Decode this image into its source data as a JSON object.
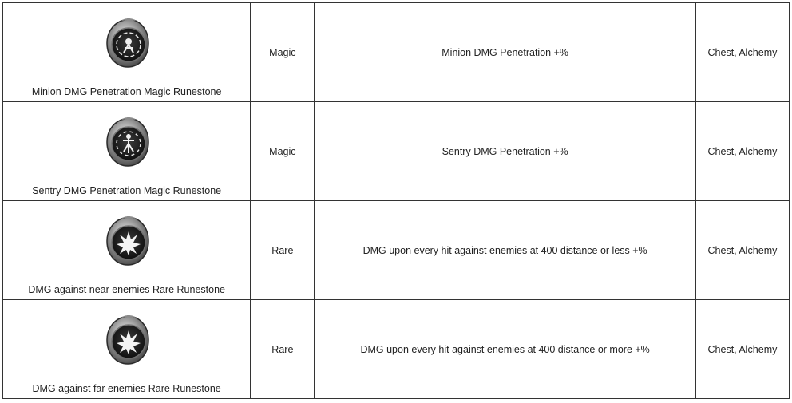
{
  "rows": [
    {
      "name": "Minion DMG Penetration Magic Runestone",
      "rarity": "Magic",
      "effect": "Minion DMG Penetration +%",
      "source": "Chest, Alchemy",
      "icon": "minion-rune-icon"
    },
    {
      "name": "Sentry DMG Penetration Magic Runestone",
      "rarity": "Magic",
      "effect": "Sentry DMG Penetration +%",
      "source": "Chest, Alchemy",
      "icon": "sentry-rune-icon"
    },
    {
      "name": "DMG against near enemies Rare Runestone",
      "rarity": "Rare",
      "effect": "DMG upon every hit against enemies at 400 distance or less +%",
      "source": "Chest, Alchemy",
      "icon": "flame-rune-icon"
    },
    {
      "name": "DMG against far enemies Rare Runestone",
      "rarity": "Rare",
      "effect": "DMG upon every hit against enemies at 400 distance or more +%",
      "source": "Chest, Alchemy",
      "icon": "flame-rune-icon"
    }
  ],
  "colors": {
    "border": "#333333",
    "rune_dark": "#1a1a1a",
    "rune_silver": "#c8c8c8"
  }
}
